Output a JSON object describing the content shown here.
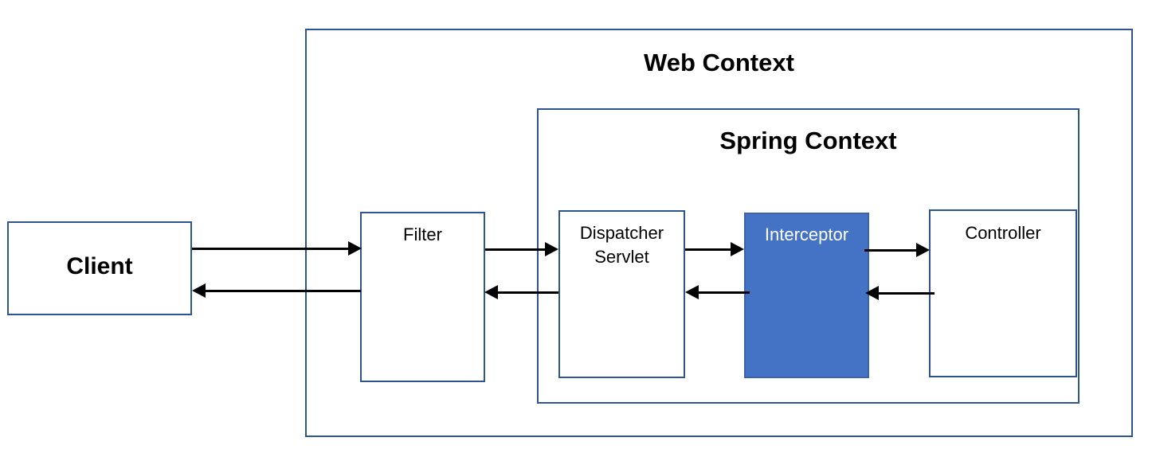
{
  "diagram": {
    "title_web_context": "Web Context",
    "title_spring_context": "Spring Context",
    "nodes": {
      "client": "Client",
      "filter": "Filter",
      "dispatcher_servlet": "Dispatcher\nServlet",
      "interceptor": "Interceptor",
      "controller": "Controller"
    },
    "colors": {
      "border_blue": "#2E5591",
      "fill_blue": "#4472C4",
      "arrow_black": "#000000",
      "background": "#FFFFFF",
      "text_dark": "#000000",
      "text_light": "#FFFFFF"
    },
    "flows": [
      {
        "name": "client-to-filter",
        "direction": "right"
      },
      {
        "name": "filter-to-client",
        "direction": "left"
      },
      {
        "name": "filter-to-dispatcher-servlet",
        "direction": "right"
      },
      {
        "name": "dispatcher-servlet-to-filter",
        "direction": "left"
      },
      {
        "name": "dispatcher-servlet-to-interceptor",
        "direction": "right"
      },
      {
        "name": "interceptor-to-dispatcher-servlet",
        "direction": "left"
      },
      {
        "name": "interceptor-to-controller",
        "direction": "right"
      },
      {
        "name": "controller-to-interceptor",
        "direction": "left"
      }
    ]
  }
}
